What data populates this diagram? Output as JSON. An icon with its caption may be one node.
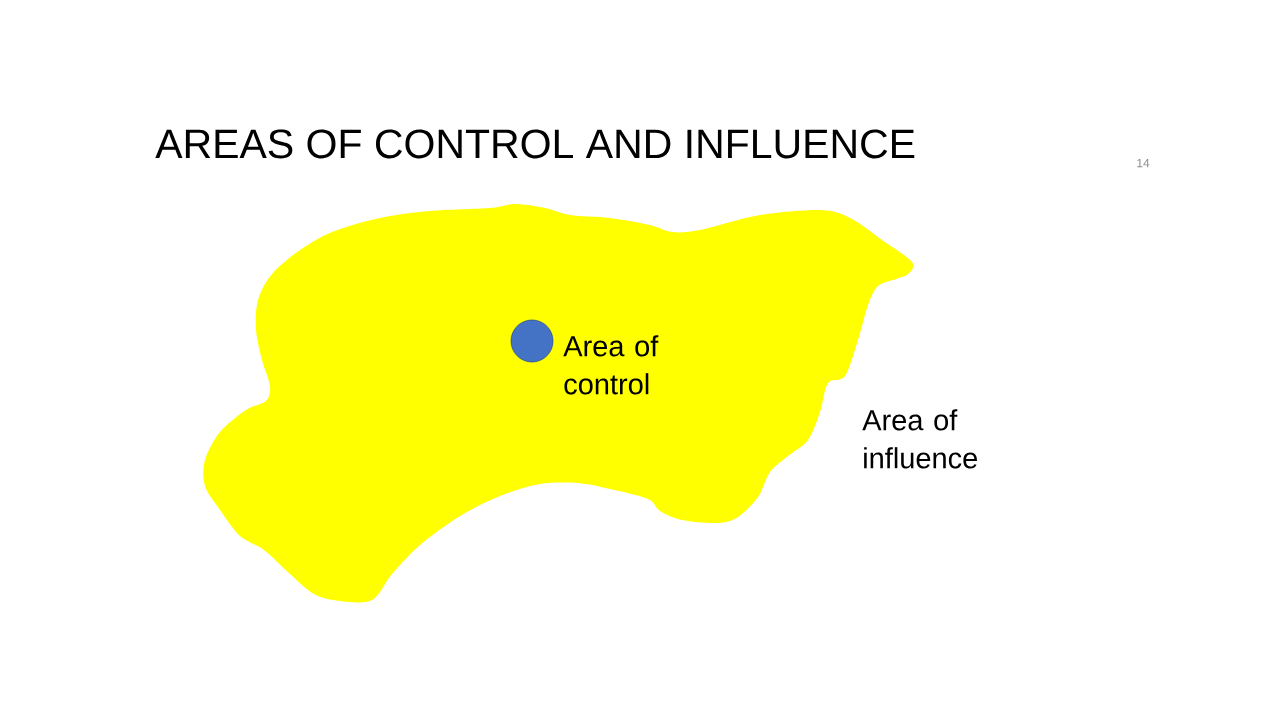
{
  "diagram": {
    "title": "AREAS OF CONTROL AND INFLUENCE",
    "nodes": [
      {
        "text": [],
        "shape": "blob",
        "beside": [
          "Area of influence"
        ]
      },
      {
        "text": [],
        "shape": "circle",
        "in": 0,
        "beside": [
          "Area of control"
        ]
      }
    ],
    "labels": [
      "14"
    ]
  }
}
